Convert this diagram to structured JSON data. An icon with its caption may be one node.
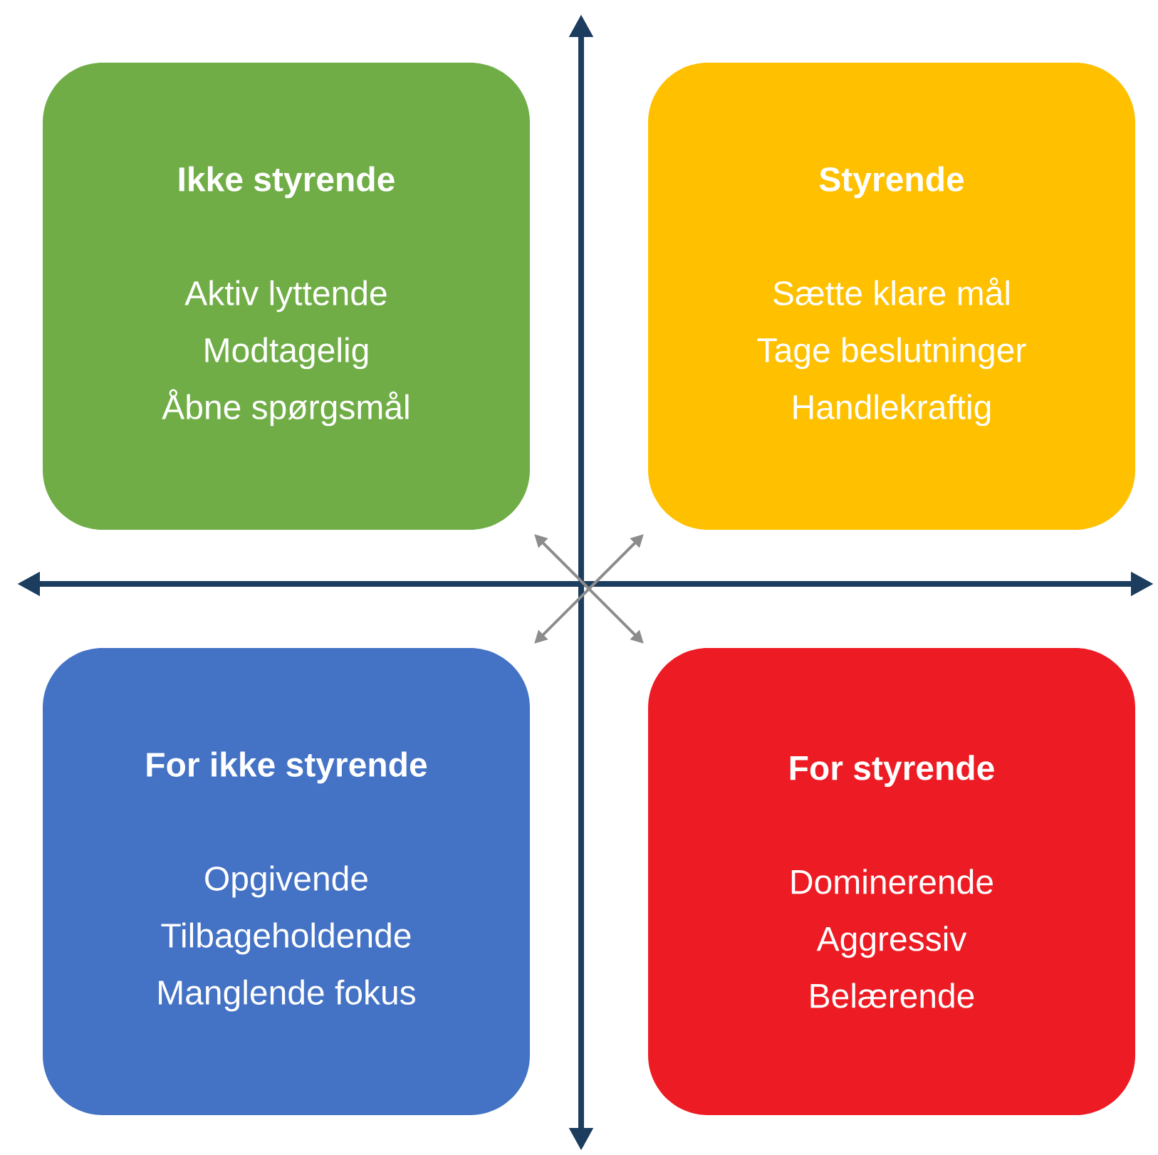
{
  "diagram": {
    "nodes": [
      {
        "text": [
          "Ikke styrende",
          "Aktiv lyttende",
          "Modtagelig",
          "Åbne spørgsmål"
        ]
      },
      {
        "text": [
          "Styrende",
          "Sætte klare mål",
          "Tage beslutninger",
          "Handlekraftig"
        ]
      },
      {
        "text": [
          "For ikke styrende",
          "Opgivende",
          "Tilbageholdende",
          "Manglende fokus"
        ]
      },
      {
        "text": [
          "For styrende",
          "Dominerende",
          "Aggressiv",
          "Belærende"
        ]
      }
    ],
    "edges": [
      {
        "from": 0,
        "to": 3,
        "arrow": "both"
      },
      {
        "from": 1,
        "to": 2,
        "arrow": "both"
      }
    ]
  }
}
